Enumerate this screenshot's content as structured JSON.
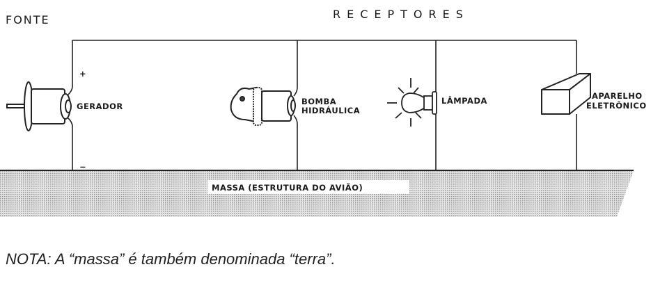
{
  "header": {
    "source": "FONTE",
    "receivers": "RECEPTORES"
  },
  "components": {
    "generator": "GERADOR",
    "pump_line1": "BOMBA",
    "pump_line2": "HIDRÁULICA",
    "lamp": "LÂMPADA",
    "device_line1": "APARELHO",
    "device_line2": "ELETRÔNICO"
  },
  "polarity": {
    "positive": "+",
    "negative": "−"
  },
  "ground_label": "MASSA (ESTRUTURA DO AVIÃO)",
  "note": "NOTA: A “massa” é também denominada “terra”."
}
